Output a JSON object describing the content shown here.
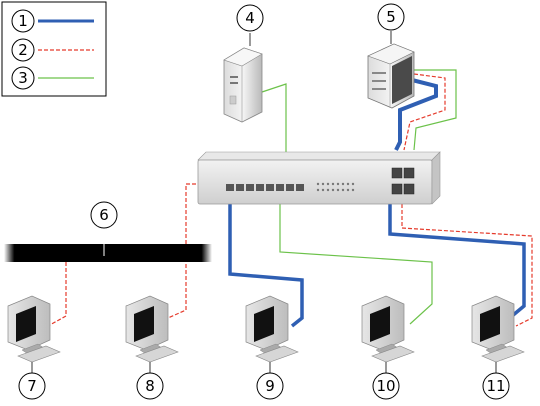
{
  "legend": {
    "items": [
      {
        "number": "1",
        "line_style": "solid-thick",
        "color": "#2f5fb3"
      },
      {
        "number": "2",
        "line_style": "dashed",
        "color": "#e53b2c"
      },
      {
        "number": "3",
        "line_style": "solid-thin",
        "color": "#6cc24a"
      }
    ]
  },
  "callouts": {
    "server_a": "4",
    "server_b": "5",
    "backbone": "6",
    "pc_1": "7",
    "pc_2": "8",
    "pc_3": "9",
    "pc_4": "10",
    "pc_5": "11"
  },
  "colors": {
    "thick_blue": "#2f5fb3",
    "dashed_red": "#e53b2c",
    "thin_green": "#6cc24a"
  }
}
